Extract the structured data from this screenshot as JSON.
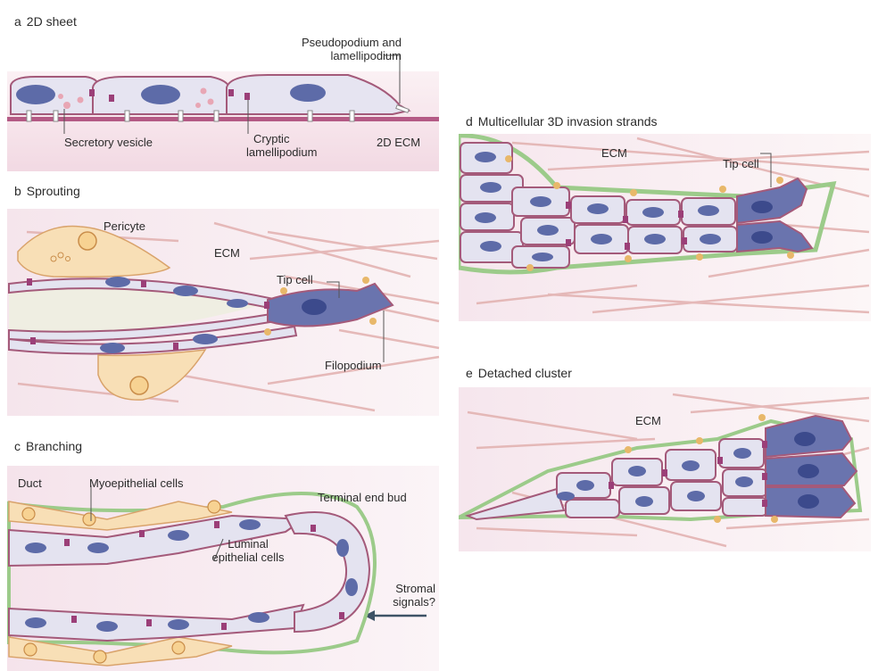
{
  "panels": {
    "a": {
      "letter": "a",
      "title": "2D sheet",
      "labels": {
        "pseudopodium_line1": "Pseudopodium and",
        "pseudopodium_line2": "lamellipodium",
        "secretory_vesicle": "Secretory vesicle",
        "cryptic_line1": "Cryptic",
        "cryptic_line2": "lamellipodium",
        "ecm_2d": "2D ECM"
      }
    },
    "b": {
      "letter": "b",
      "title": "Sprouting",
      "labels": {
        "pericyte": "Pericyte",
        "ecm": "ECM",
        "tip_cell": "Tip cell",
        "filopodium": "Filopodium"
      }
    },
    "c": {
      "letter": "c",
      "title": "Branching",
      "labels": {
        "duct": "Duct",
        "myoepithelial": "Myoepithelial cells",
        "terminal_end_bud": "Terminal end bud",
        "luminal_line1": "Luminal",
        "luminal_line2": "epithelial cells",
        "stromal_line1": "Stromal",
        "stromal_line2": "signals?"
      }
    },
    "d": {
      "letter": "d",
      "title": "Multicellular 3D invasion strands",
      "labels": {
        "ecm": "ECM",
        "tip_cell": "Tip cell"
      }
    },
    "e": {
      "letter": "e",
      "title": "Detached cluster",
      "labels": {
        "ecm": "ECM"
      }
    }
  },
  "colors": {
    "ecm_fiber": "#e3b3b2",
    "background_tint": "#f4e6ec",
    "cell_fill": "#e4e3f0",
    "cell_edge": "#a45a7a",
    "nucleus": "#5c6aa6",
    "tip_cell": "#6a74ae",
    "pericyte": "#f8dfb6",
    "vesicle": "#e8a6b4",
    "junction": "#9b3f78",
    "green_matrix": "#9ccb8a",
    "protease": "#e8b86a"
  }
}
